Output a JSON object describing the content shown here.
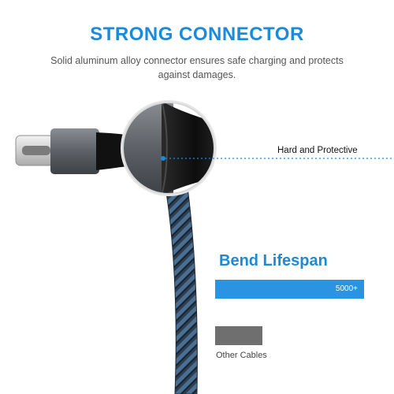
{
  "header": {
    "title": "STRONG CONNECTOR",
    "description_line1": "Solid aluminum alloy connector ensures safe charging and protects",
    "description_line2": "against damages."
  },
  "callout": {
    "label": "Hard and Protective"
  },
  "lifespan": {
    "title": "Bend Lifespan",
    "primary_value_label": "5000+",
    "primary_fill": 1.0,
    "secondary_label": "Other Cables",
    "secondary_fill": 0.32
  },
  "colors": {
    "accent": "#1b8ad8",
    "bar_primary": "#2a93e2",
    "bar_secondary": "#6f6f6f"
  }
}
